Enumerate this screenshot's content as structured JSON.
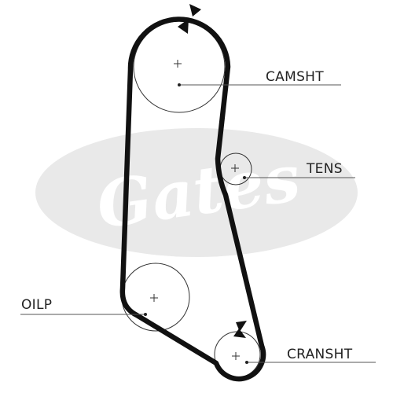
{
  "diagram": {
    "watermark_text": "Gates",
    "labels": {
      "camshaft": "CAMSHT",
      "tensioner": "TENS",
      "oil_pump": "OILP",
      "crankshaft": "CRANSHT"
    }
  },
  "colors": {
    "belt": "#111111",
    "pulley_outline": "#333333",
    "leader_line": "#555555",
    "watermark": "#e9e9e9",
    "watermark_text": "#ffffff"
  },
  "icons": [
    "rotation-arrow-icon",
    "center-cross-icon"
  ]
}
